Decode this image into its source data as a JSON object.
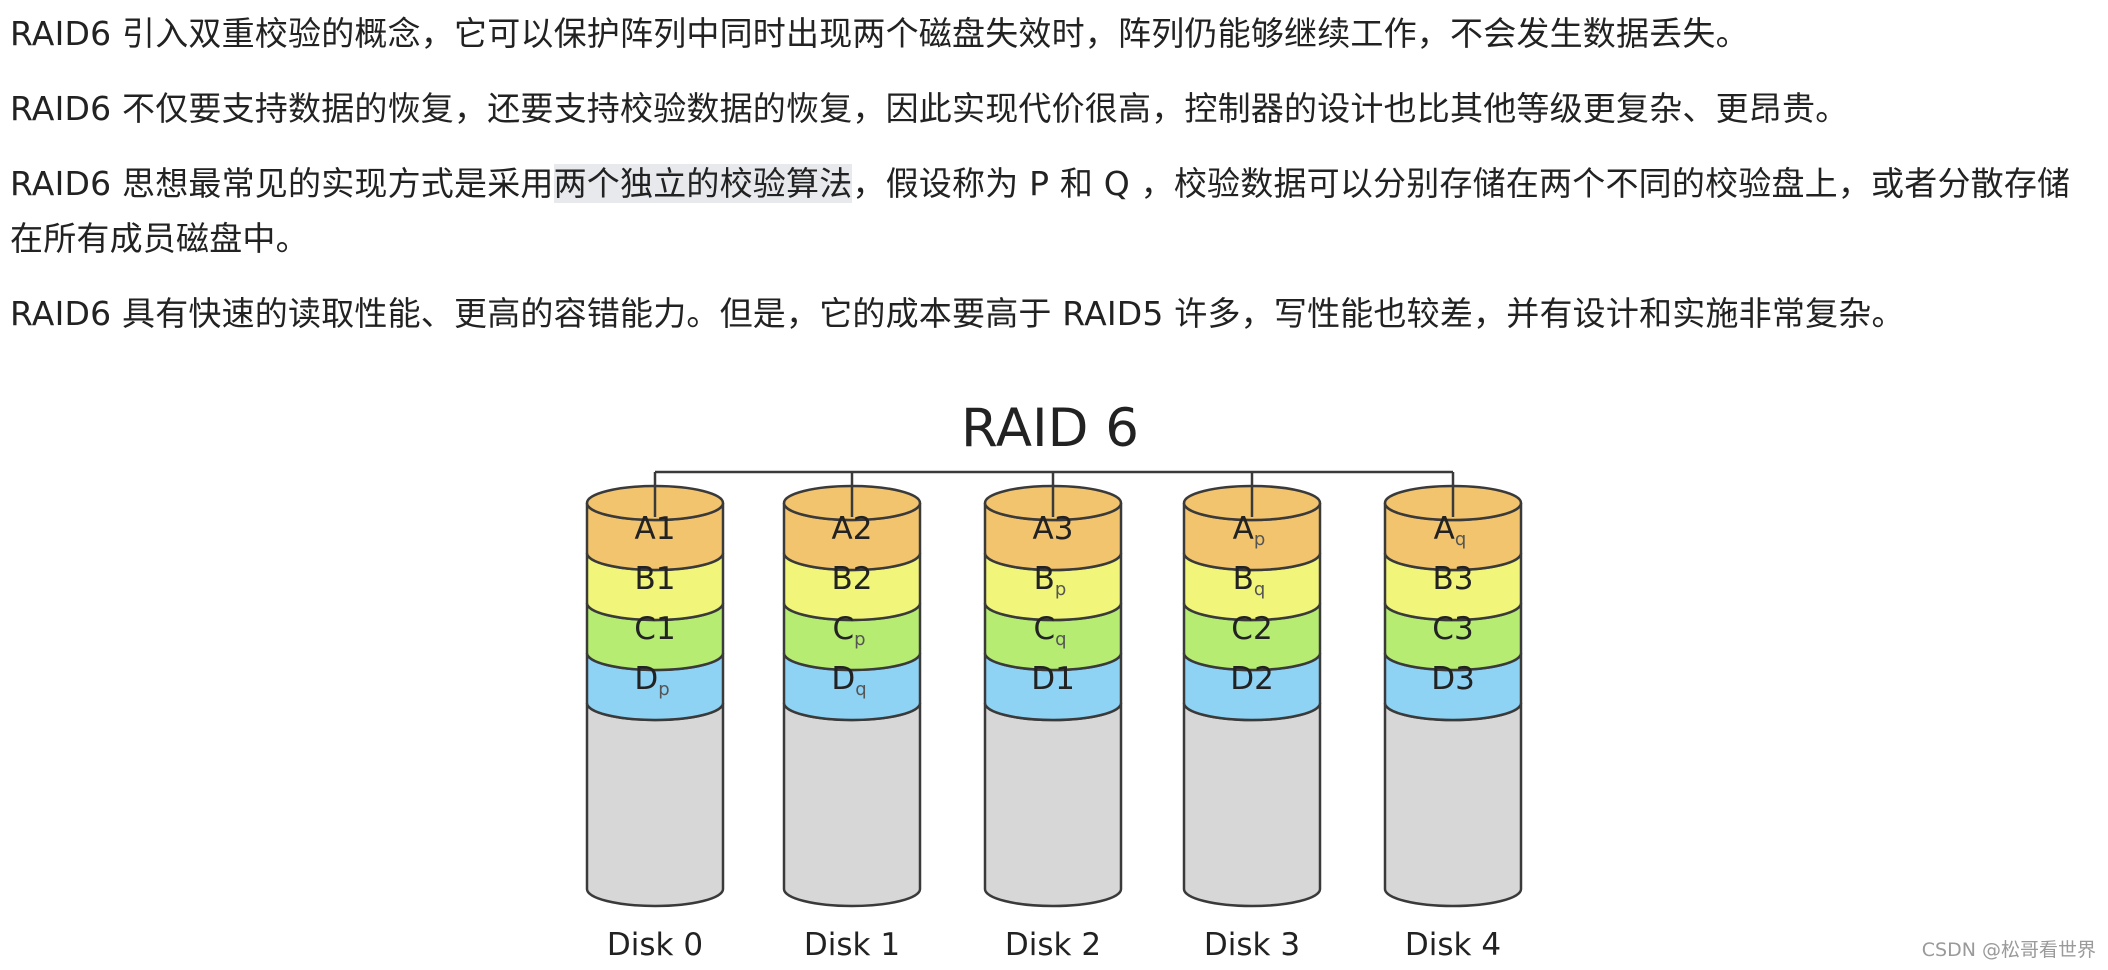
{
  "article": {
    "p1": "RAID6 引入双重校验的概念，它可以保护阵列中同时出现两个磁盘失效时，阵列仍能够继续工作，不会发生数据丢失。",
    "p2": "RAID6 不仅要支持数据的恢复，还要支持校验数据的恢复，因此实现代价很高，控制器的设计也比其他等级更复杂、更昂贵。",
    "p3_before": "RAID6 思想最常见的实现方式是采用",
    "p3_highlight": "两个独立的校验算法",
    "p3_after": "，假设称为 P 和 Q ，校验数据可以分别存储在两个不同的校验盘上，或者分散存储在所有成员磁盘中。",
    "p4": "RAID6 具有快速的读取性能、更高的容错能力。但是，它的成本要高于 RAID5 许多，写性能也较差，并有设计和实施非常复杂。"
  },
  "diagram": {
    "title": "RAID 6",
    "colors": {
      "a": "#f2c46e",
      "b": "#f1f57a",
      "c": "#b6ec72",
      "d": "#8ed3f4",
      "disk": "#d7d7d7",
      "stroke": "#3a3a3a"
    },
    "disks": [
      {
        "label": "Disk 0",
        "blocks": [
          {
            "main": "A",
            "sub": "1"
          },
          {
            "main": "B",
            "sub": "1"
          },
          {
            "main": "C",
            "sub": "1"
          },
          {
            "main": "D",
            "sub": "p"
          }
        ]
      },
      {
        "label": "Disk 1",
        "blocks": [
          {
            "main": "A",
            "sub": "2"
          },
          {
            "main": "B",
            "sub": "2"
          },
          {
            "main": "C",
            "sub": "p"
          },
          {
            "main": "D",
            "sub": "q"
          }
        ]
      },
      {
        "label": "Disk 2",
        "blocks": [
          {
            "main": "A",
            "sub": "3"
          },
          {
            "main": "B",
            "sub": "p"
          },
          {
            "main": "C",
            "sub": "q"
          },
          {
            "main": "D",
            "sub": "1"
          }
        ]
      },
      {
        "label": "Disk 3",
        "blocks": [
          {
            "main": "A",
            "sub": "p"
          },
          {
            "main": "B",
            "sub": "q"
          },
          {
            "main": "C",
            "sub": "2"
          },
          {
            "main": "D",
            "sub": "2"
          }
        ]
      },
      {
        "label": "Disk 4",
        "blocks": [
          {
            "main": "A",
            "sub": "q"
          },
          {
            "main": "B",
            "sub": "3"
          },
          {
            "main": "C",
            "sub": "3"
          },
          {
            "main": "D",
            "sub": "3"
          }
        ]
      }
    ]
  },
  "watermark": "CSDN @松哥看世界"
}
